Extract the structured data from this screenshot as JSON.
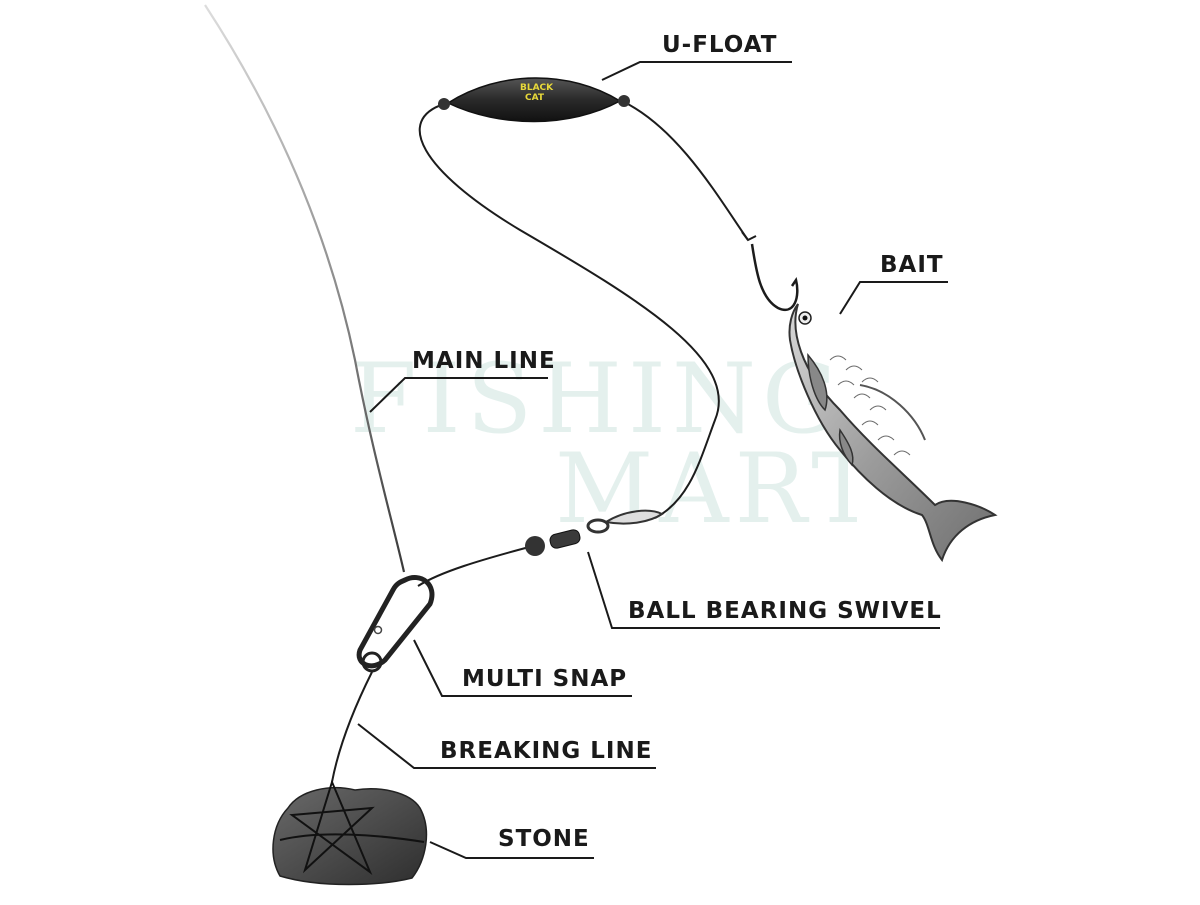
{
  "watermark": {
    "line1": "FISHING",
    "line2": "MART"
  },
  "float_brand": {
    "line1": "BLACK",
    "line2": "CAT"
  },
  "labels": {
    "u_float": "U-FLOAT",
    "bait": "BAIT",
    "main_line": "MAIN LINE",
    "ball_bearing_swivel": "BALL BEARING SWIVEL",
    "multi_snap": "MULTI SNAP",
    "breaking_line": "BREAKING LINE",
    "stone": "STONE"
  },
  "colors": {
    "line": "#1c1c1c",
    "float": "#2b2b2b",
    "fish_body": "#a8a8a8",
    "stone": "#4a4a4a",
    "watermark": "#dbece8"
  }
}
